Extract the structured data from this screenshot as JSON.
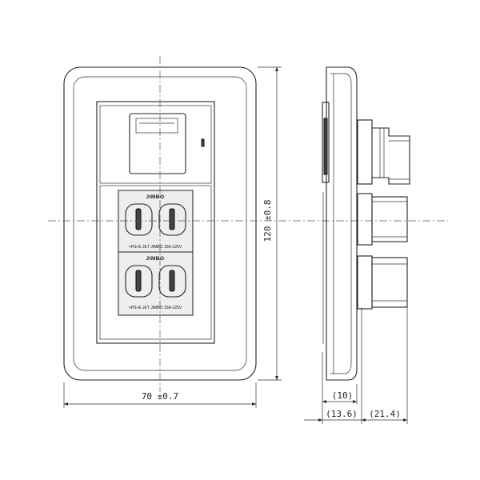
{
  "front_view": {
    "outlets": [
      {
        "brand": "JIMBO",
        "rating": "<PS>E JET JIMBO 15A-125V"
      },
      {
        "brand": "JIMBO",
        "rating": "<PS>E JET JIMBO 15A-125V"
      }
    ]
  },
  "dimensions": {
    "width": "70 ±0.7",
    "height": "120 ±0.8",
    "plate_depth": "(10)",
    "depth_front": "(13.6)",
    "depth_back": "(21.4)"
  }
}
